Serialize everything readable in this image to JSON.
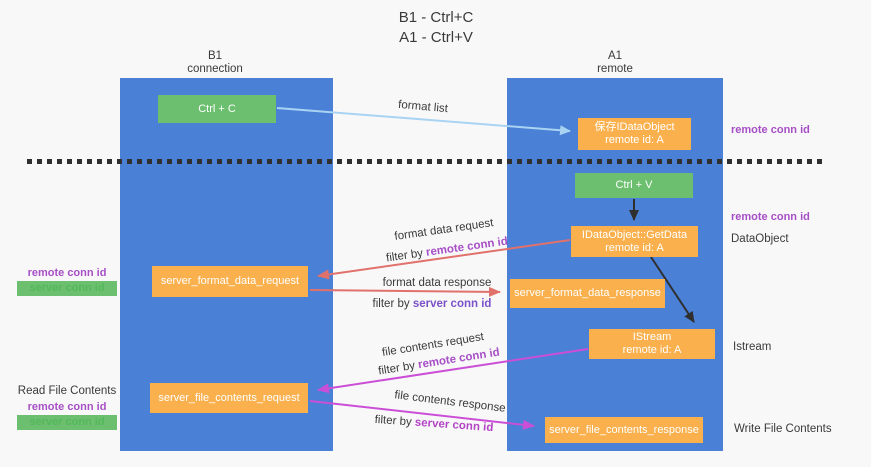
{
  "title": {
    "line1": "B1 - Ctrl+C",
    "line2": "A1 - Ctrl+V"
  },
  "lanes": {
    "b1": {
      "name": "B1",
      "role": "connection"
    },
    "a1": {
      "name": "A1",
      "role": "remote"
    }
  },
  "nodes": {
    "ctrl_c": {
      "label": "Ctrl + C"
    },
    "save_idataobject": {
      "line1": "保存IDataObject",
      "line2": "remote id: A"
    },
    "ctrl_v": {
      "label": "Ctrl + V"
    },
    "getdata": {
      "line1": "IDataObject::GetData",
      "line2": "remote id: A"
    },
    "format_request": {
      "label": "server_format_data_request"
    },
    "format_response": {
      "label": "server_format_data_response"
    },
    "istream": {
      "line1": "IStream",
      "line2": "remote id: A"
    },
    "file_request": {
      "label": "server_file_contents_request"
    },
    "file_response": {
      "label": "server_file_contents_response"
    }
  },
  "flow_labels": {
    "format_list": "format list",
    "format_request": "format data request",
    "format_request_filter": {
      "prefix": "filter by ",
      "key": "remote conn id"
    },
    "format_response": "format data response",
    "format_response_filter": {
      "prefix": "filter by ",
      "key": "server conn id"
    },
    "file_request": "file contents request",
    "file_request_filter": {
      "prefix": "filter by ",
      "key": "remote conn id"
    },
    "file_response": "file contents response",
    "file_response_filter": {
      "prefix": "filter by ",
      "key": "server conn id"
    }
  },
  "right_annotations": {
    "remote_conn_id_top": "remote conn id",
    "remote_conn_id_mid": "remote conn id",
    "dataobject": "DataObject",
    "istream": "Istream",
    "write_file_contents": "Write File Contents"
  },
  "left_annotations": {
    "remote_conn_id_top": "remote conn id",
    "server_conn_id_top": "server conn id",
    "read_file_contents": "Read File Contents",
    "remote_conn_id_bottom": "remote conn id",
    "server_conn_id_bottom": "server conn id"
  },
  "colors": {
    "background": "#f8f8f9",
    "lane_blue": "#4a80d6",
    "node_orange": "#f9b04d",
    "node_green": "#6cbf6e",
    "arrow_blue": "#a9d3f2",
    "arrow_black": "#2f2f2f",
    "arrow_red": "#e0716b",
    "arrow_magenta": "#cb4fd6",
    "text_dark": "#3a3a3a",
    "remote_purple": "#a74fc6",
    "server_green": "#55b85c",
    "server_violet": "#7b52c8",
    "server_magenta": "#b344c4"
  }
}
